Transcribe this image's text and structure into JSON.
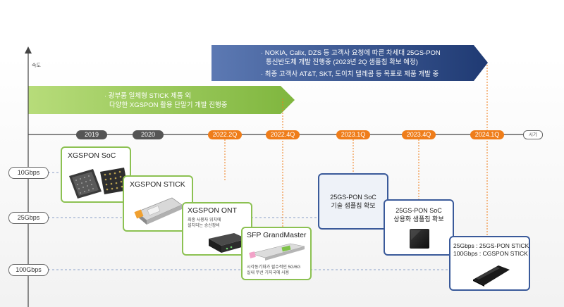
{
  "axis": {
    "y_label": "속도",
    "x_label": "시기"
  },
  "timeline": [
    {
      "label": "2019",
      "style": "dark"
    },
    {
      "label": "2020",
      "style": "dark"
    },
    {
      "label": "2022.2Q",
      "style": "orange"
    },
    {
      "label": "2022.4Q",
      "style": "orange"
    },
    {
      "label": "2023.1Q",
      "style": "orange"
    },
    {
      "label": "2023.4Q",
      "style": "orange"
    },
    {
      "label": "2024.1Q",
      "style": "orange"
    }
  ],
  "levels": [
    "10Gbps",
    "25Gbps",
    "100Gbps"
  ],
  "banners": {
    "green": {
      "lines": [
        "· 광부품 일체형 STICK 제품 외",
        "다양한 XGSPON 활용 단말기 개발 진행중"
      ],
      "color": "#8cc152"
    },
    "blue": {
      "lines": [
        "· NOKIA, Calix, DZS 등 고객사 요청에 따른 차세대 25GS-PON",
        "통신반도체 개발 진행중 (2023년 2Q 샘플칩 확보 예정)",
        "· 최종 고객사 AT&T, SKT, 도이치 텔레콤 등 목표로 제품 개발 중"
      ],
      "color": "#1f3a73"
    }
  },
  "cards": {
    "xgspon_soc": {
      "title": "XGSPON SoC"
    },
    "xgspon_stick": {
      "title": "XGSPON STICK"
    },
    "xgspon_ont": {
      "title": "XGSPON ONT",
      "note": [
        "최종 사용자 위치에",
        "설치되는 송신장비"
      ]
    },
    "sfp_grandmaster": {
      "title": "SFP GrandMaster",
      "note": [
        "시각동기화가 필수적인 5G/6G",
        "실내 무선 기지국에 사용"
      ]
    },
    "pon_soc_sample": {
      "lines": [
        "25GS-PON SoC",
        "기술 샘플칩 확보"
      ]
    },
    "pon_soc_commercial": {
      "lines": [
        "25GS-PON SoC",
        "상용화 샘플칩 확보"
      ]
    },
    "pon_stick": {
      "lines": [
        "25Gbps : 25GS-PON STICK",
        "100Gbps : CGSPON STICK"
      ]
    }
  },
  "colors": {
    "orange": "#ef7d1a",
    "dark_pill": "#555555",
    "green_border": "#8cc152",
    "blue_border": "#3a5a9a",
    "navy": "#1f3a73"
  }
}
